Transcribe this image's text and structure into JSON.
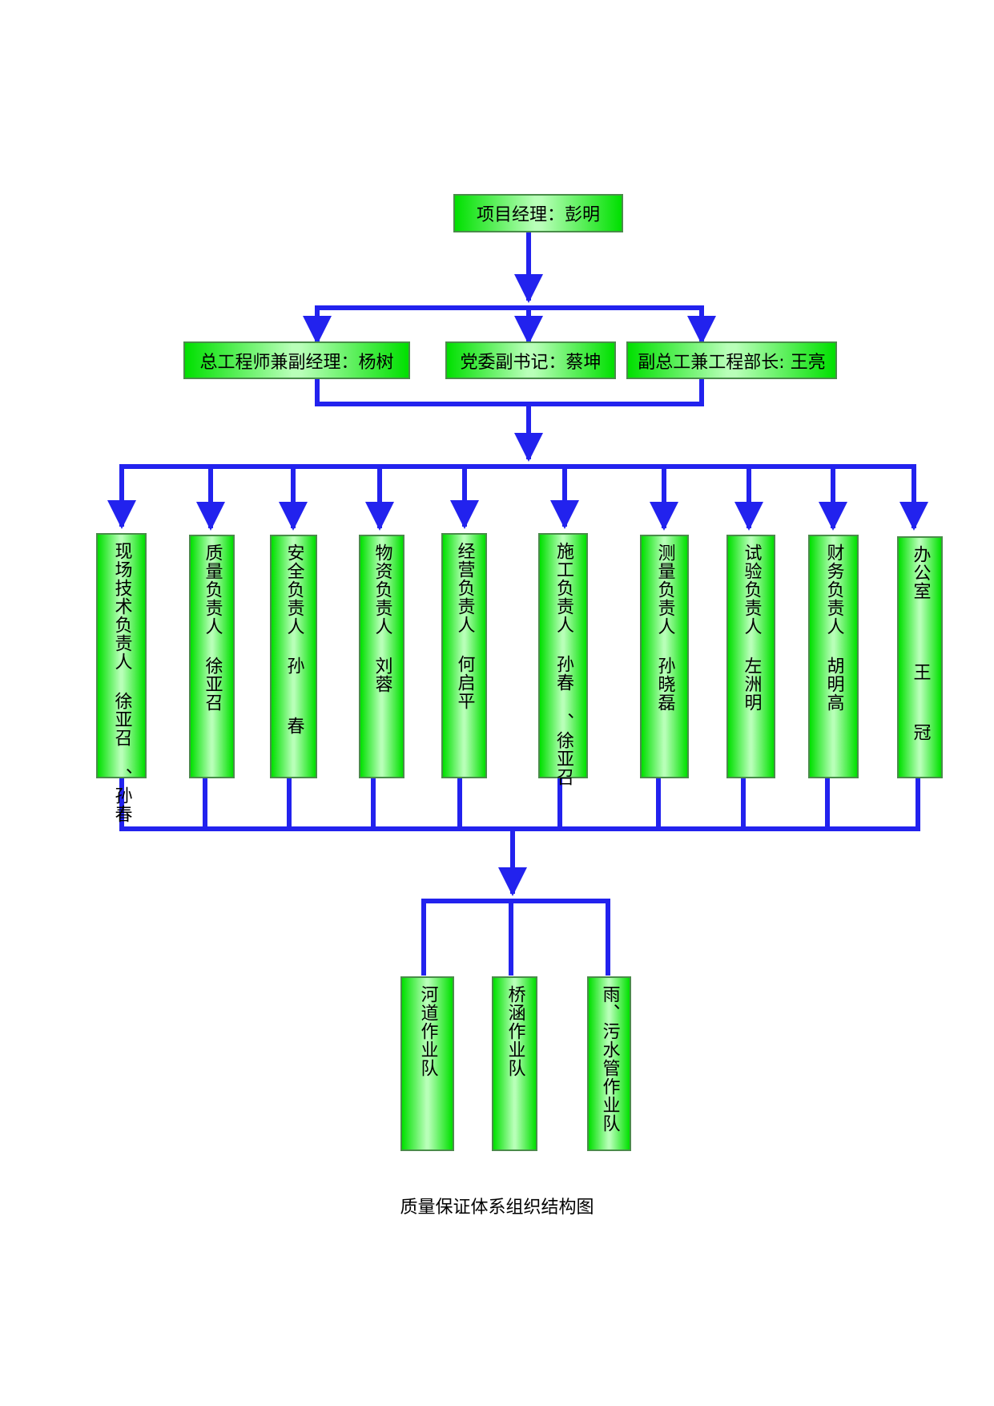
{
  "title": "质量保证体系组织结构图",
  "colors": {
    "connector": "#2222ee",
    "box_edge": "#00e000",
    "box_center": "#b8ffb8",
    "box_border": "#4a8c4a"
  },
  "top": {
    "label": "项目经理：彭明"
  },
  "deputies": [
    {
      "label": "总工程师兼副经理：杨树"
    },
    {
      "label": "党委副书记：蔡坤"
    },
    {
      "label": "副总工兼工程部长: 王亮"
    }
  ],
  "departments": [
    {
      "label": "现场技术负责人 徐亚召 、孙春"
    },
    {
      "label": "质量负责人 徐亚召"
    },
    {
      "label": "安全负责人 孙  春"
    },
    {
      "label": "物资负责人 刘蓉"
    },
    {
      "label": "经营负责人 何启平"
    },
    {
      "label": "施工负责人 孙春 、徐亚召"
    },
    {
      "label": "测量负责人 孙晓磊"
    },
    {
      "label": "试验负责人 左洲明"
    },
    {
      "label": "财务负责人 胡明高"
    },
    {
      "label": "办公室   王  冠"
    }
  ],
  "teams": [
    {
      "label": "河道作业队"
    },
    {
      "label": "桥涵作业队"
    },
    {
      "label": "雨、污水管作业队"
    }
  ]
}
